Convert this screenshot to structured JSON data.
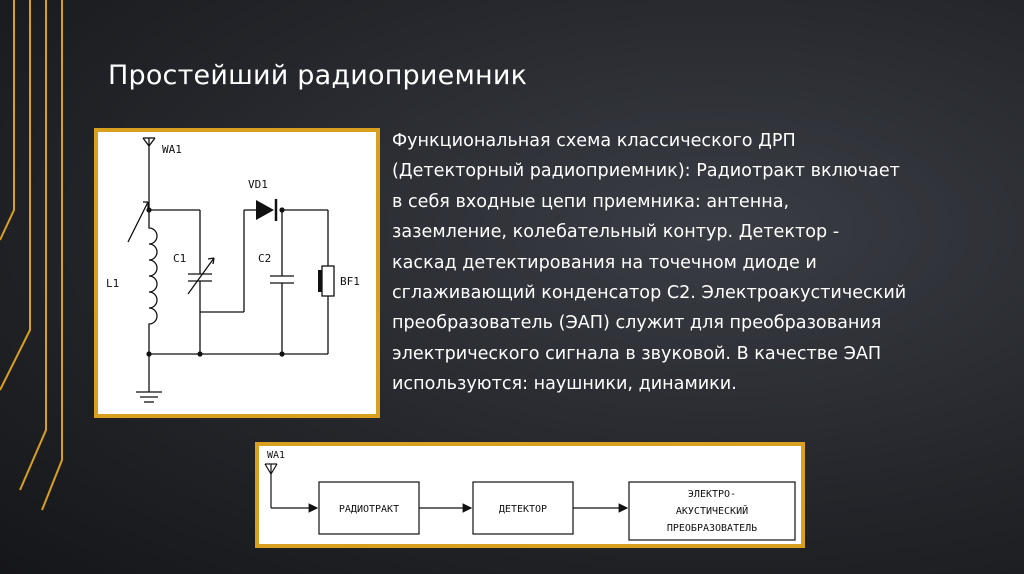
{
  "slide": {
    "title": "Простейший радиоприемник",
    "description_lines": [
      "Функциональная схема классического ДРП",
      "(Детекторный радиоприемник): Радиотракт включает",
      "в себя входные цепи приемника: антенна,",
      "заземление, колебательный контур. Детектор -",
      "каскад детектирования на точечном диоде и",
      "сглаживающий конденсатор С2. Электроакустический",
      "преобразователь (ЭАП) служит для преобразования",
      "электрического сигнала в звуковой. В качестве ЭАП",
      "используются: наушники, динамики."
    ]
  },
  "schematic": {
    "labels": {
      "antenna": "WA1",
      "diode": "VD1",
      "capacitor1": "C1",
      "capacitor2": "C2",
      "inductor": "L1",
      "earphone": "BF1"
    }
  },
  "block_diagram": {
    "antenna_label": "WA1",
    "blocks": [
      {
        "lines": [
          "РАДИОТРАКТ"
        ]
      },
      {
        "lines": [
          "ДЕТЕКТОР"
        ]
      },
      {
        "lines": [
          "ЭЛЕКТРО-",
          "АКУСТИЧЕСКИЙ",
          "ПРЕОБРАЗОВАТЕЛЬ"
        ]
      }
    ]
  },
  "colors": {
    "accent_gold": "#d9a020",
    "background": "#24262b"
  }
}
